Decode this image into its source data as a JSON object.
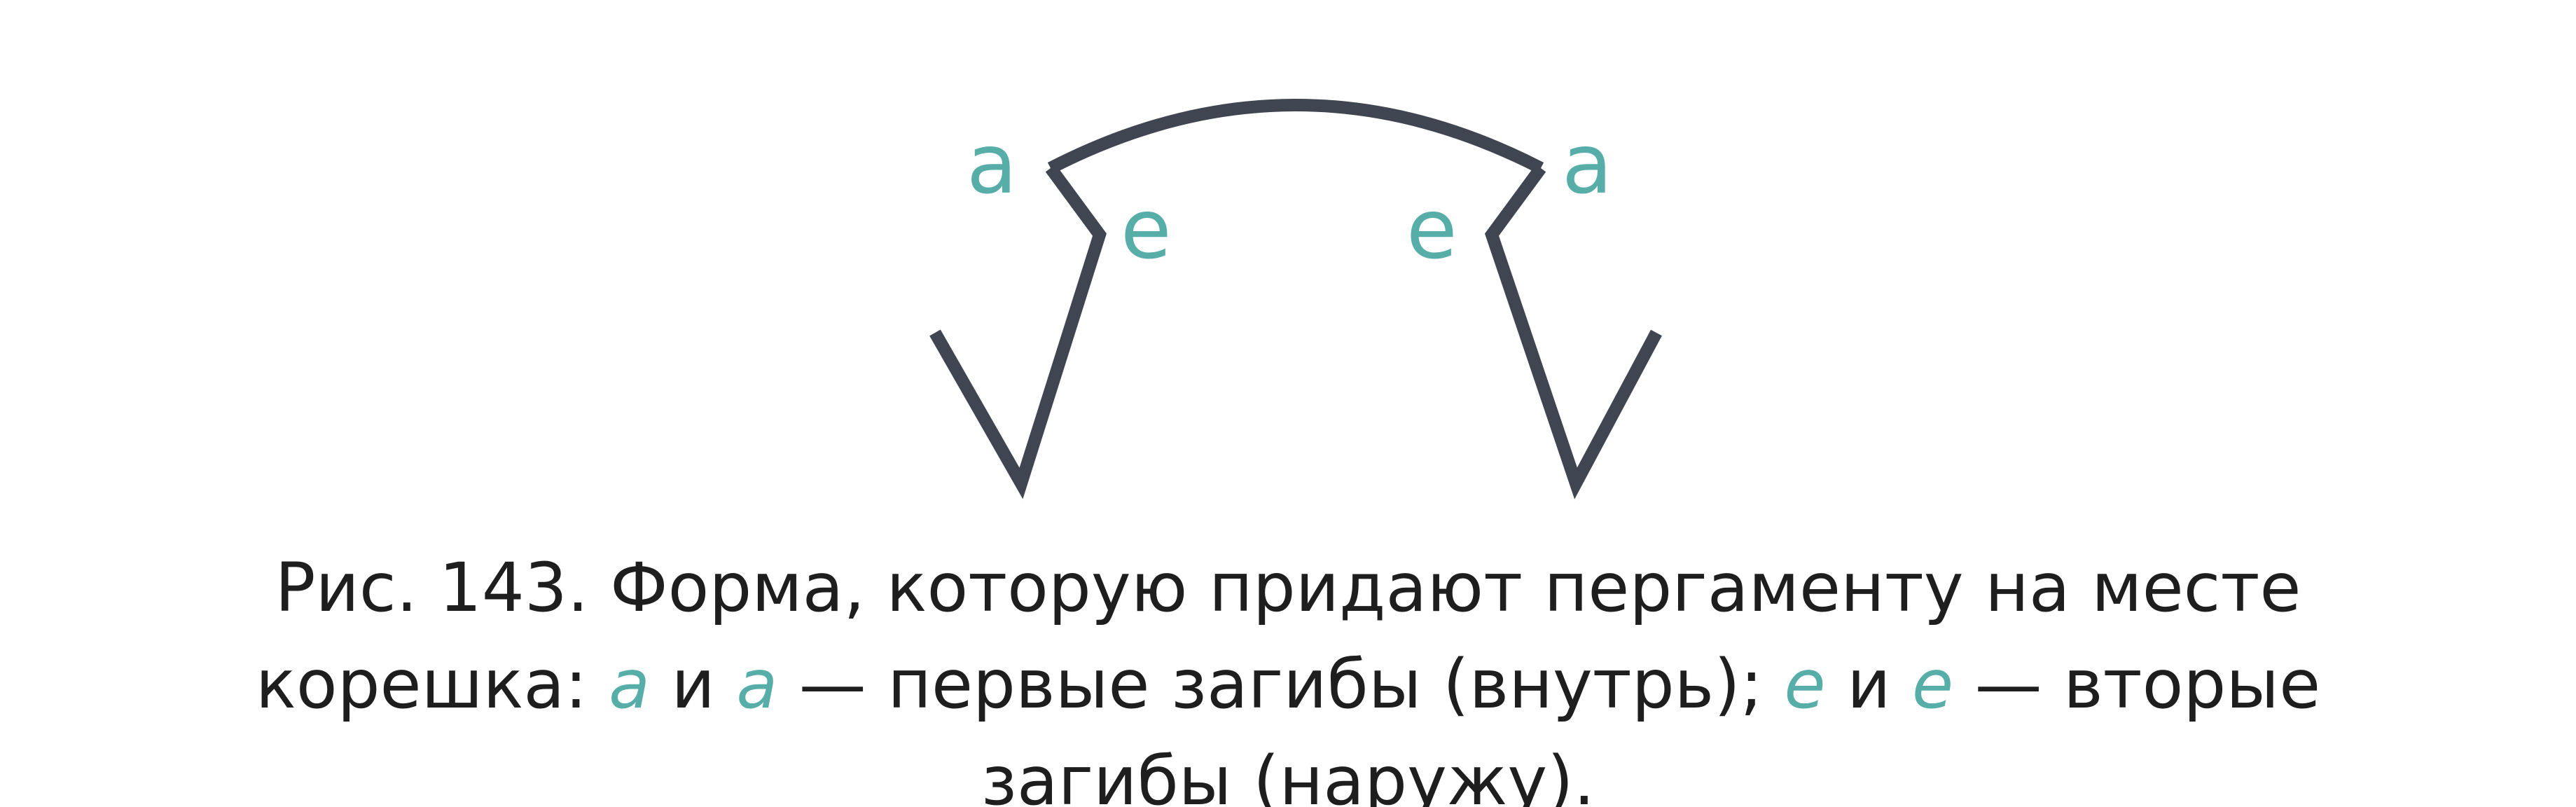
{
  "diagram": {
    "labels": {
      "outer_left": "a",
      "outer_right": "a",
      "inner_left": "e",
      "inner_right": "e"
    },
    "colors": {
      "stroke": "#3f4551",
      "accent": "#57aea9",
      "text": "#1e1e1e",
      "background": "#ffffff"
    }
  },
  "caption": {
    "line1": "Рис. 143. Форма, которую придают пергаменту на месте",
    "line2_prefix": "корешка:",
    "mark_a1": "a",
    "and_1": "и",
    "mark_a2": "a",
    "dash_1": "— первые загибы (внутрь);",
    "mark_e1": "e",
    "and_2": "и",
    "mark_e2": "e",
    "dash_2": "— вторые",
    "line3": "загибы (наружу)."
  }
}
